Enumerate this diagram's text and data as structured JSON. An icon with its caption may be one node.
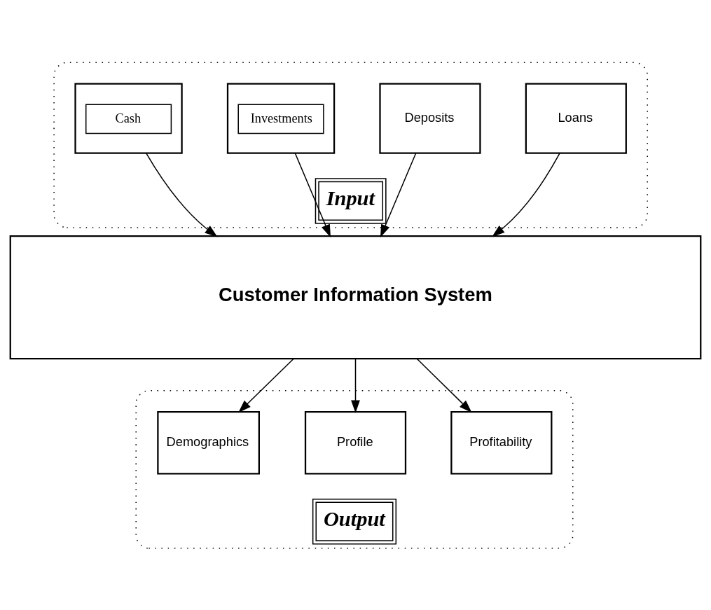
{
  "diagram": {
    "nodes": [
      {
        "text": [
          "Input"
        ]
      },
      {
        "text": [
          "Loans"
        ],
        "in": 0
      },
      {
        "text": [
          "Deposits"
        ],
        "in": 0
      },
      {
        "text": [
          "Investments"
        ],
        "in": 0
      },
      {
        "text": [
          "Cash"
        ],
        "in": 0
      },
      {
        "text": [
          "Customer Information System"
        ]
      },
      {
        "text": [
          "Output"
        ]
      },
      {
        "text": [
          "Profitability"
        ],
        "in": 6
      },
      {
        "text": [
          "Profile"
        ],
        "in": 6
      },
      {
        "text": [
          "Demographics"
        ],
        "in": 6
      }
    ],
    "edges": [
      {
        "from": 1,
        "to": 5,
        "arrow": "to"
      },
      {
        "from": 2,
        "to": 5,
        "arrow": "to"
      },
      {
        "from": 3,
        "to": 5,
        "arrow": "to"
      },
      {
        "from": 4,
        "to": 5,
        "arrow": "to"
      },
      {
        "from": 5,
        "to": 7,
        "arrow": "to"
      },
      {
        "from": 5,
        "to": 8,
        "arrow": "to"
      },
      {
        "from": 5,
        "to": 9,
        "arrow": "to"
      }
    ]
  }
}
